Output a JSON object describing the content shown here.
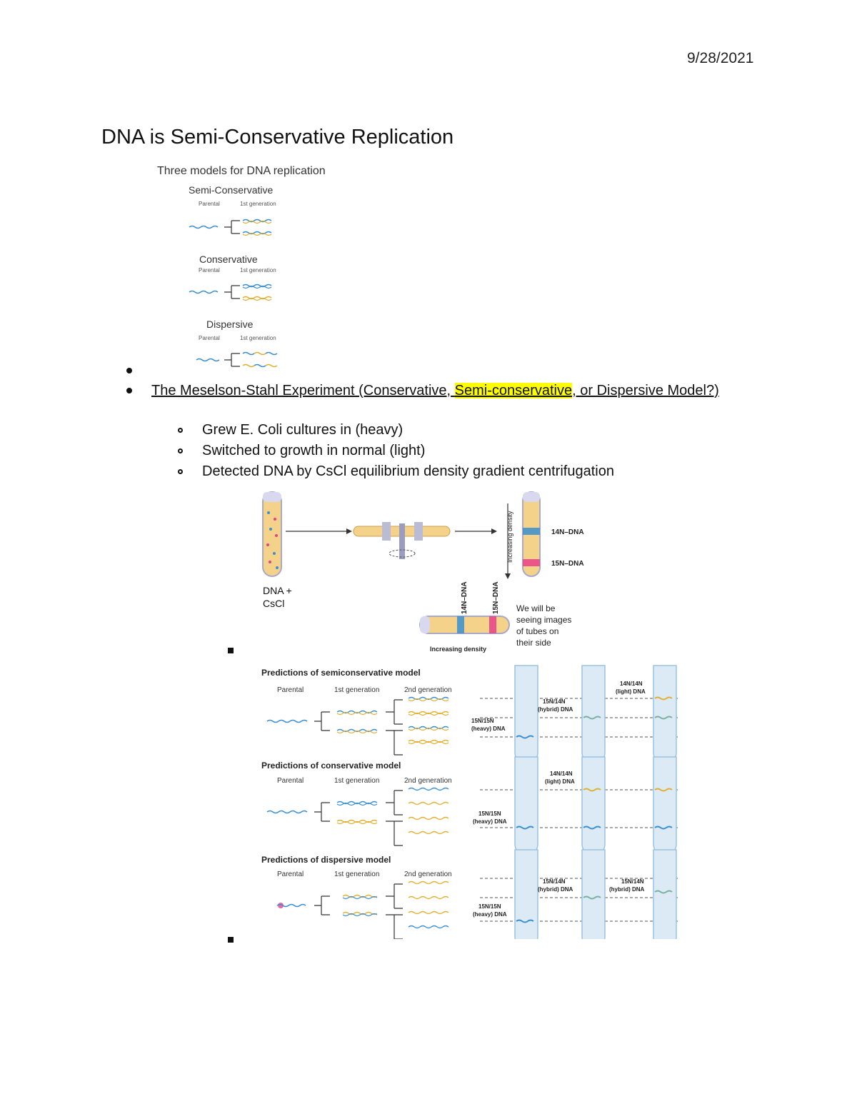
{
  "header": {
    "date": "9/28/2021"
  },
  "title": "DNA is Semi-Conservative Replication",
  "models_figure": {
    "heading": "Three models for DNA replication",
    "models": [
      {
        "name": "Semi-Conservative",
        "col1": "Parental",
        "col2": "1st generation"
      },
      {
        "name": "Conservative",
        "col1": "Parental",
        "col2": "1st generation"
      },
      {
        "name": "Dispersive",
        "col1": "Parental",
        "col2": "1st generation"
      }
    ]
  },
  "bullets": {
    "experiment": {
      "pre": "The Meselson-Stahl Experiment (Conservative, ",
      "highlight": "Semi-conservative",
      "post": ", or Dispersive Model?)"
    },
    "sub": [
      "Grew E. Coli cultures in (heavy)",
      "Switched to growth in normal (light)",
      "Detected DNA by CsCl equilibrium density gradient centrifugation"
    ]
  },
  "centrifuge_figure": {
    "tube_label_line1": "DNA +",
    "tube_label_line2": "CsCl",
    "increasing_density": "Increasing density",
    "n14_label": "14N–DNA",
    "n15_label": "15N–DNA",
    "note_lines": [
      "We will be",
      "seeing images",
      "of tubes on",
      "their side"
    ]
  },
  "predictions_figure": {
    "col_parental": "Parental",
    "col_first": "1st generation",
    "col_second": "2nd generation",
    "semi": {
      "title": "Predictions of semiconservative model",
      "light": [
        "14N/14N",
        "(light) DNA"
      ],
      "hybrid": [
        "15N/14N",
        "(hybrid) DNA"
      ],
      "heavy": [
        "15N/15N",
        "(heavy) DNA"
      ]
    },
    "conservative": {
      "title": "Predictions of conservative model",
      "light": [
        "14N/14N",
        "(light) DNA"
      ],
      "heavy": [
        "15N/15N",
        "(heavy) DNA"
      ]
    },
    "dispersive": {
      "title": "Predictions of dispersive model",
      "hybrid1": [
        "15N/14N",
        "(hybrid) DNA"
      ],
      "hybrid2": [
        "15N/14N",
        "(hybrid) DNA"
      ],
      "heavy": [
        "15N/15N",
        "(heavy) DNA"
      ]
    }
  },
  "colors": {
    "highlight": "#ffff00",
    "heavy_strand": "#3b8fd0",
    "light_strand": "#e0b030",
    "n15_band": "#e8408a",
    "tube_fill": "#f5d28a"
  }
}
